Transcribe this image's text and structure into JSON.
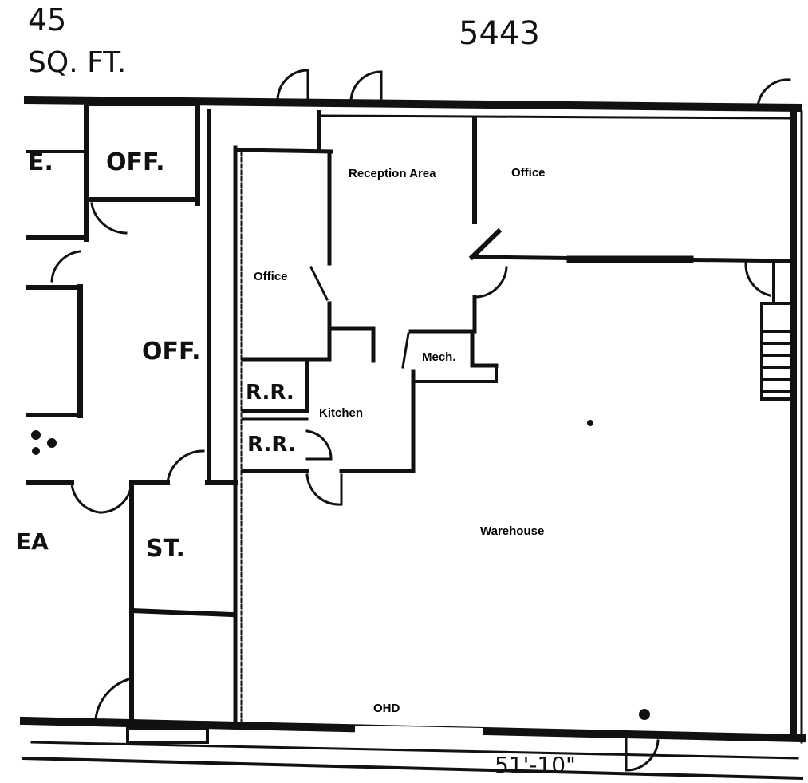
{
  "header": {
    "area_fragment": "45",
    "sqft_fragment": "SQ. FT.",
    "unit_number": "5443"
  },
  "left_labels": {
    "e_fragment": "E.",
    "off_top": "OFF.",
    "off_mid": "OFF.",
    "st": "ST.",
    "ea_fragment": "EA"
  },
  "rooms": {
    "reception": "Reception Area",
    "office_right": "Office",
    "office_left": "Office",
    "mech": "Mech.",
    "rr_top": "R.R.",
    "rr_bottom": "R.R.",
    "kitchen": "Kitchen",
    "warehouse": "Warehouse",
    "ohd": "OHD"
  },
  "dimension": {
    "width": "51'-10\""
  }
}
